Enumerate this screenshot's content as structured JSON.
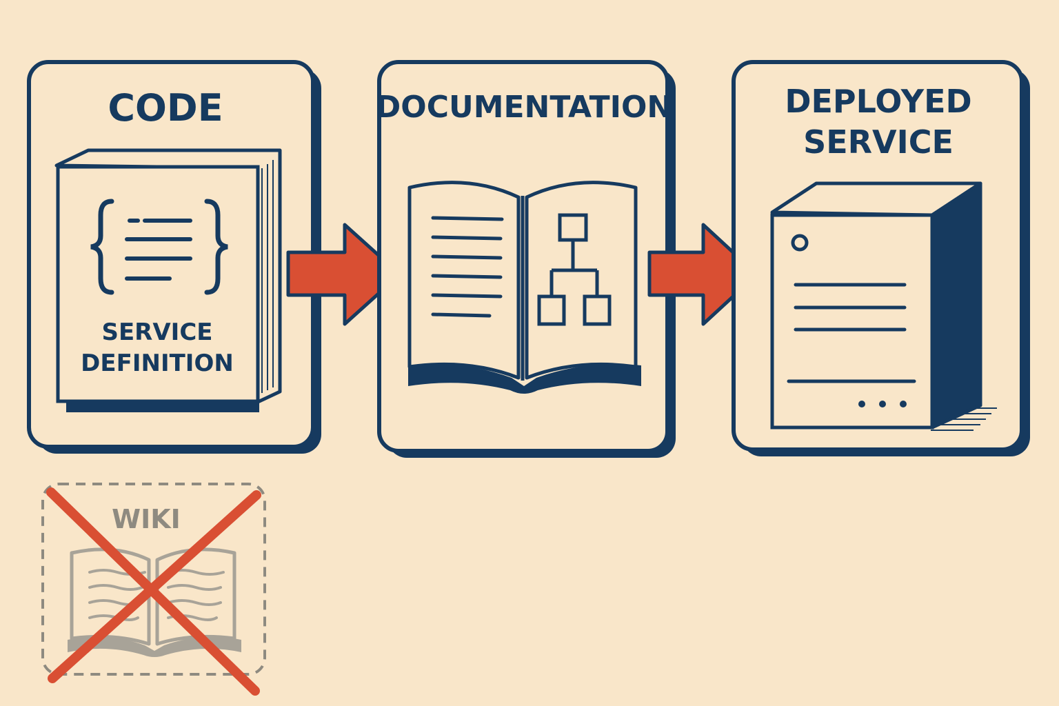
{
  "colors": {
    "background": "#f9e6c9",
    "ink": "#163a5f",
    "accent": "#d94f33",
    "muted": "#8e8a80"
  },
  "stages": [
    {
      "title": "CODE",
      "icon": "code-book-icon",
      "label_lines": [
        "SERVICE",
        "DEFINITION"
      ]
    },
    {
      "title": "DOCUMENTATION",
      "icon": "open-book-icon"
    },
    {
      "title_lines": [
        "DEPLOYED",
        "SERVICE"
      ],
      "icon": "server-icon"
    }
  ],
  "arrows": [
    "arrow-right-icon",
    "arrow-right-icon"
  ],
  "wiki": {
    "label": "WIKI",
    "icon": "crossed-out-book-icon",
    "status": "crossed-out"
  }
}
